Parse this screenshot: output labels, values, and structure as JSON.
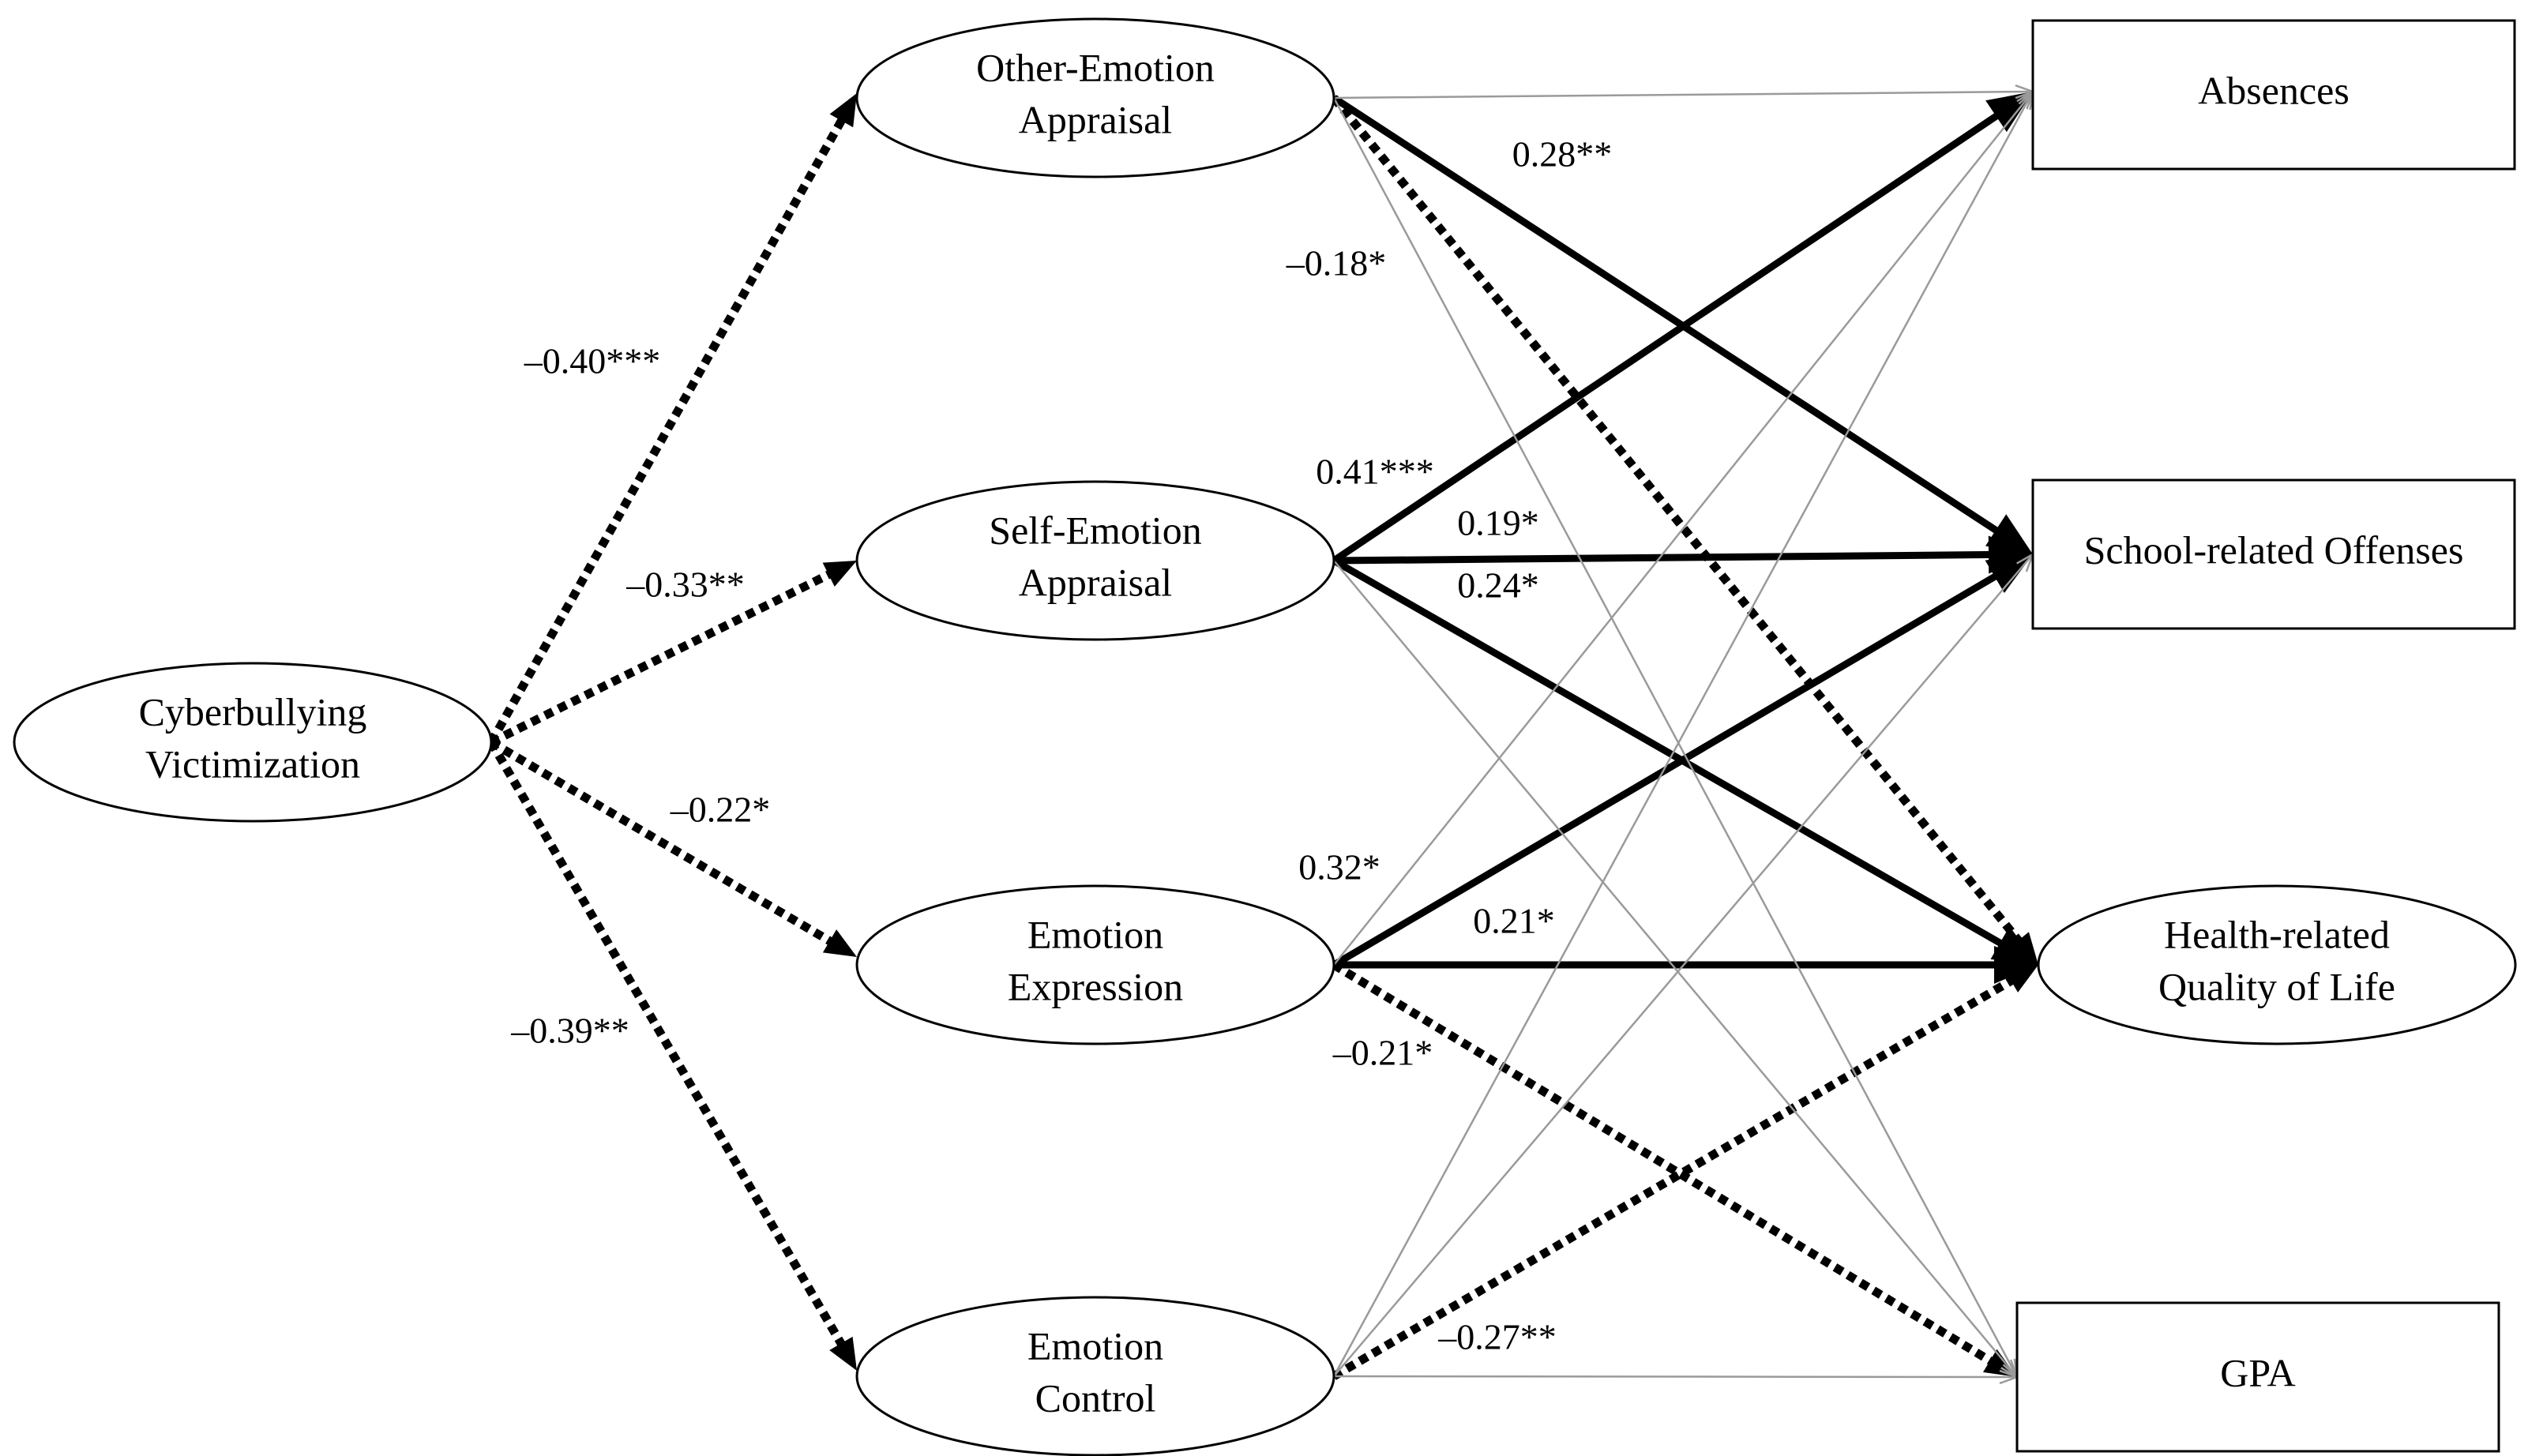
{
  "colors": {
    "line": "#000000",
    "nonsignificant": "#9a9a9a",
    "background": "#ffffff"
  },
  "nodes": {
    "cyber": {
      "shape": "ellipse",
      "lines": [
        "Cyberbullying",
        "Victimization"
      ]
    },
    "oea": {
      "shape": "ellipse",
      "lines": [
        "Other-Emotion",
        "Appraisal"
      ]
    },
    "sea": {
      "shape": "ellipse",
      "lines": [
        "Self-Emotion",
        "Appraisal"
      ]
    },
    "ee": {
      "shape": "ellipse",
      "lines": [
        "Emotion",
        "Expression"
      ]
    },
    "ec": {
      "shape": "ellipse",
      "lines": [
        "Emotion",
        "Control"
      ]
    },
    "abs": {
      "shape": "rect",
      "lines": [
        "Absences"
      ]
    },
    "sro": {
      "shape": "rect",
      "lines": [
        "School-related Offenses"
      ]
    },
    "hrql": {
      "shape": "ellipse",
      "lines": [
        "Health-related",
        "Quality of Life"
      ]
    },
    "gpa": {
      "shape": "rect",
      "lines": [
        "GPA"
      ]
    }
  },
  "paths": [
    {
      "from": "cyber",
      "to": "oea",
      "coef": "–0.40***",
      "sign": "negative",
      "significant": true
    },
    {
      "from": "cyber",
      "to": "sea",
      "coef": "–0.33**",
      "sign": "negative",
      "significant": true
    },
    {
      "from": "cyber",
      "to": "ee",
      "coef": "–0.22*",
      "sign": "negative",
      "significant": true
    },
    {
      "from": "cyber",
      "to": "ec",
      "coef": "–0.39**",
      "sign": "negative",
      "significant": true
    },
    {
      "from": "oea",
      "to": "sro",
      "coef": "0.28**",
      "sign": "positive",
      "significant": true
    },
    {
      "from": "oea",
      "to": "hrql",
      "coef": "–0.18*",
      "sign": "negative",
      "significant": true
    },
    {
      "from": "sea",
      "to": "abs",
      "coef": "0.41***",
      "sign": "positive",
      "significant": true
    },
    {
      "from": "sea",
      "to": "sro",
      "coef": "0.19*",
      "sign": "positive",
      "significant": true
    },
    {
      "from": "sea",
      "to": "hrql",
      "coef": "0.24*",
      "sign": "positive",
      "significant": true
    },
    {
      "from": "ee",
      "to": "sro",
      "coef": "0.32*",
      "sign": "positive",
      "significant": true
    },
    {
      "from": "ee",
      "to": "hrql",
      "coef": "0.21*",
      "sign": "positive",
      "significant": true
    },
    {
      "from": "ee",
      "to": "gpa",
      "coef": "–0.21*",
      "sign": "negative",
      "significant": true
    },
    {
      "from": "ec",
      "to": "hrql",
      "coef": "–0.27**",
      "sign": "negative",
      "significant": true
    },
    {
      "from": "oea",
      "to": "abs",
      "significant": false
    },
    {
      "from": "oea",
      "to": "gpa",
      "significant": false
    },
    {
      "from": "sea",
      "to": "gpa",
      "significant": false
    },
    {
      "from": "ee",
      "to": "abs",
      "significant": false
    },
    {
      "from": "ec",
      "to": "abs",
      "significant": false
    },
    {
      "from": "ec",
      "to": "sro",
      "significant": false
    },
    {
      "from": "ec",
      "to": "gpa",
      "significant": false
    }
  ]
}
